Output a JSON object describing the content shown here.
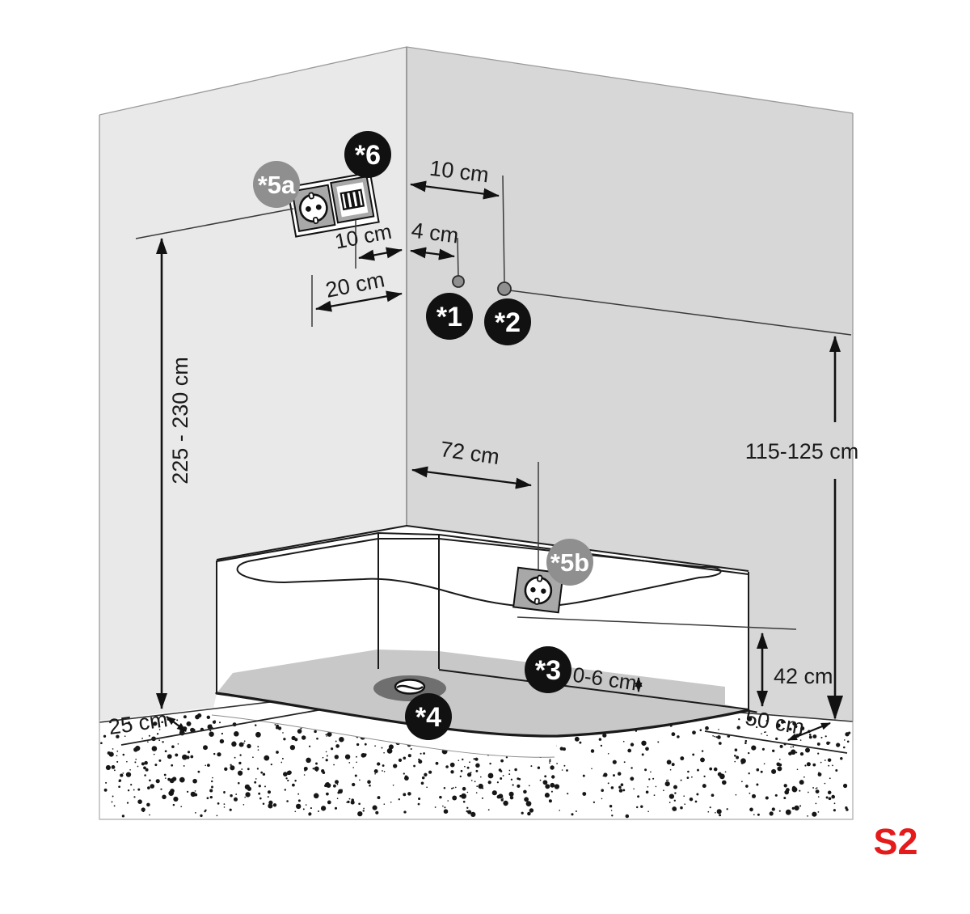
{
  "figure": {
    "sheet_code": "S2",
    "callouts": {
      "c1": "*1",
      "c2": "*2",
      "c3": "*3",
      "c4": "*4",
      "c5a": "*5a",
      "c5b": "*5b",
      "c6": "*6"
    },
    "dimensions": {
      "corner_to_item2": "10 cm",
      "corner_to_item1": "4 cm",
      "switch_to_corner": "10 cm",
      "socket_to_corner": "20 cm",
      "socket_mount_height": "225 - 230 cm",
      "items_mount_height": "115-125 cm",
      "corner_to_tub_socket": "72 cm",
      "tub_apron_height": "42 cm",
      "plinth_adjustment": "0-6 cm",
      "left_wall_clearance": "25 cm",
      "right_wall_clearance": "50 cm"
    }
  },
  "colors": {
    "wall_left": "#e9e9e9",
    "wall_right": "#d7d7d7",
    "shadow": "#c8c8c8",
    "callout_dark": "#111111",
    "callout_gray": "#8f8f8f",
    "accent_red": "#e41a1b",
    "line": "#1a1a1a",
    "dot": "#161616",
    "marker_dot": "#8f8f8f"
  }
}
